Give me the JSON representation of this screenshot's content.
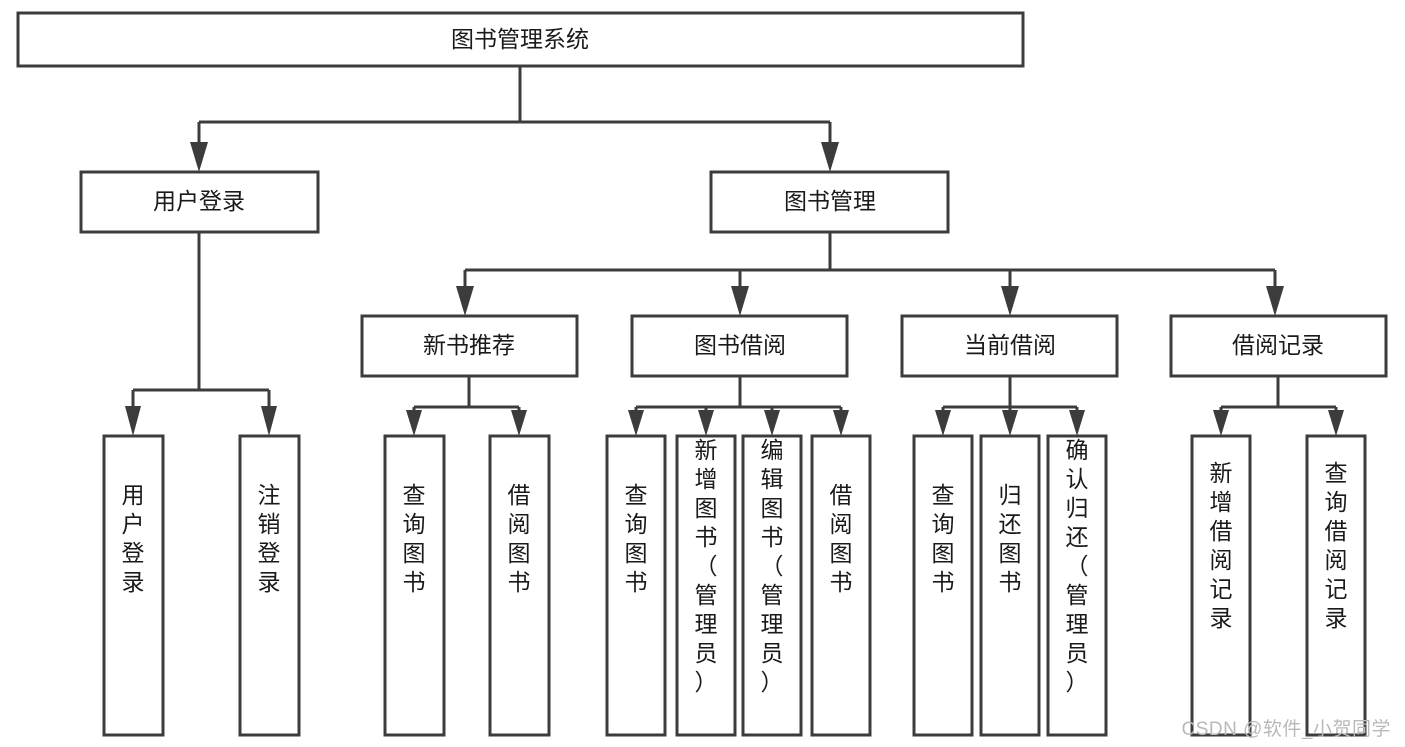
{
  "diagram": {
    "type": "tree",
    "title": "图书管理系统",
    "watermark": "CSDN @软件_小贺同学",
    "levels": {
      "root": {
        "label": "图书管理系统"
      },
      "level2": [
        {
          "id": "user-login",
          "label": "用户登录"
        },
        {
          "id": "book-management",
          "label": "图书管理"
        }
      ],
      "level3": [
        {
          "id": "new-book-recommend",
          "label": "新书推荐",
          "parent": "book-management"
        },
        {
          "id": "book-borrow",
          "label": "图书借阅",
          "parent": "book-management"
        },
        {
          "id": "current-borrow",
          "label": "当前借阅",
          "parent": "book-management"
        },
        {
          "id": "borrow-record",
          "label": "借阅记录",
          "parent": "book-management"
        }
      ],
      "leaves": {
        "user-login": [
          {
            "id": "leaf-user-login",
            "label": "用户登录"
          },
          {
            "id": "leaf-user-logout",
            "label": "注销登录"
          }
        ],
        "new-book-recommend": [
          {
            "id": "leaf-query-book-1",
            "label": "查询图书"
          },
          {
            "id": "leaf-borrow-book-1",
            "label": "借阅图书"
          }
        ],
        "book-borrow": [
          {
            "id": "leaf-query-book-2",
            "label": "查询图书"
          },
          {
            "id": "leaf-add-book",
            "label": "新增图书（管理员）"
          },
          {
            "id": "leaf-edit-book",
            "label": "编辑图书（管理员）"
          },
          {
            "id": "leaf-borrow-book-2",
            "label": "借阅图书"
          }
        ],
        "current-borrow": [
          {
            "id": "leaf-query-book-3",
            "label": "查询图书"
          },
          {
            "id": "leaf-return-book",
            "label": "归还图书"
          },
          {
            "id": "leaf-confirm-return",
            "label": "确认归还（管理员）"
          }
        ],
        "borrow-record": [
          {
            "id": "leaf-add-record",
            "label": "新增借阅记录"
          },
          {
            "id": "leaf-query-record",
            "label": "查询借阅记录"
          }
        ]
      }
    },
    "colors": {
      "box_stroke": "#3c3c3c",
      "box_fill": "#ffffff",
      "text": "#1a1a1a",
      "edge": "#3c3c3c",
      "watermark": "#b9b9b9",
      "background": "#ffffff"
    }
  }
}
